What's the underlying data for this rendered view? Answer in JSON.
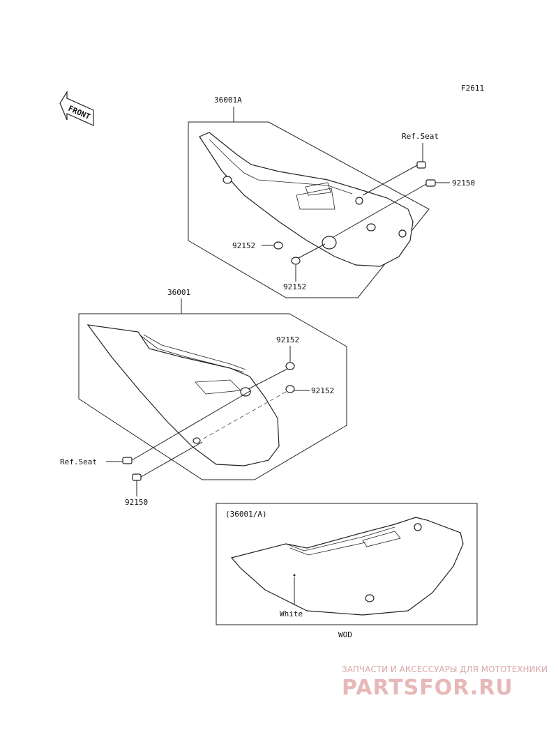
{
  "figure_code": "F2611",
  "front_label": "FRONT",
  "labels": {
    "upper_group": "36001A",
    "lower_group": "36001",
    "ref_seat_upper": "Ref.Seat",
    "ref_seat_lower": "Ref.Seat",
    "bolt_upper": "92150",
    "bolt_lower": "92150",
    "washer_upper_left": "92152",
    "washer_upper_bottom": "92152",
    "washer_lower_top": "92152",
    "washer_lower_right": "92152"
  },
  "inset": {
    "title": "(36001/A)",
    "color_label": "White",
    "caption": "WOD"
  },
  "watermark": {
    "line1": "ЗАПЧАСТИ И АКСЕССУАРЫ ДЛЯ МОТОТЕХНИКИ",
    "line2": "PARTSFOR.RU"
  },
  "colors": {
    "line": "#222222",
    "watermark": "#e7b8b8"
  }
}
